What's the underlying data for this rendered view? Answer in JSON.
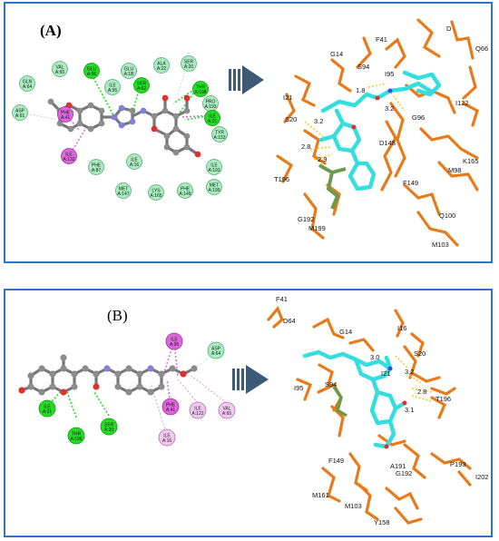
{
  "panel_a": {
    "label": "(A)",
    "residues": [
      {
        "name": "GLN",
        "num": "A:64",
        "kind": "vdw"
      },
      {
        "name": "VAL",
        "num": "A:65",
        "kind": "vdw"
      },
      {
        "name": "GLU",
        "num": "A:96",
        "kind": "hbond"
      },
      {
        "name": "GLU",
        "num": "A:1B",
        "kind": "vdw"
      },
      {
        "name": "ALA",
        "num": "A:22",
        "kind": "vdw"
      },
      {
        "name": "SER",
        "num": "A:20",
        "kind": "vdw"
      },
      {
        "name": "ASP",
        "num": "A:61",
        "kind": "vdw"
      },
      {
        "name": "ILE",
        "num": "A:95",
        "kind": "vdw"
      },
      {
        "name": "SER",
        "num": "A:62",
        "kind": "hbond"
      },
      {
        "name": "THR",
        "num": "A:198",
        "kind": "hbond"
      },
      {
        "name": "PRO",
        "num": "A:193",
        "kind": "vdw"
      },
      {
        "name": "ILE",
        "num": "A:21",
        "kind": "hbond"
      },
      {
        "name": "PHE",
        "num": "A:41",
        "kind": "pi"
      },
      {
        "name": "ILE",
        "num": "A:132",
        "kind": "pi"
      },
      {
        "name": "TYR",
        "num": "A:153",
        "kind": "vdw"
      },
      {
        "name": "PHE",
        "num": "A:87",
        "kind": "vdw"
      },
      {
        "name": "ILE",
        "num": "A:16",
        "kind": "vdw"
      },
      {
        "name": "ILE",
        "num": "A:193",
        "kind": "vdw"
      },
      {
        "name": "MET",
        "num": "A:147",
        "kind": "vdw"
      },
      {
        "name": "LYS",
        "num": "A:165",
        "kind": "vdw"
      },
      {
        "name": "PHE",
        "num": "A:149",
        "kind": "vdw"
      },
      {
        "name": "MET",
        "num": "A:199",
        "kind": "vdw"
      }
    ],
    "site_labels": [
      "F41",
      "D",
      "Q66",
      "G14",
      "S94",
      "I95",
      "1.8",
      "3.2",
      "I122",
      "I21",
      "G96",
      "3.2",
      "S20",
      "D148",
      "K165",
      "M98",
      "2.8",
      "2.9",
      "T196",
      "F149",
      "Q100",
      "G192",
      "M199",
      "M103"
    ]
  },
  "panel_b": {
    "label": "(B)",
    "residues": [
      {
        "name": "ILE",
        "num": "A:95",
        "kind": "pi"
      },
      {
        "name": "ASP",
        "num": "A:64",
        "kind": "vdw"
      },
      {
        "name": "ILE",
        "num": "A:21",
        "kind": "hbond"
      },
      {
        "name": "THR",
        "num": "A:196",
        "kind": "hbond"
      },
      {
        "name": "SER",
        "num": "A:20",
        "kind": "hbond"
      },
      {
        "name": "PHE",
        "num": "A:41",
        "kind": "pi"
      },
      {
        "name": "ILE",
        "num": "A:122",
        "kind": "pi-light"
      },
      {
        "name": "VAL",
        "num": "A:65",
        "kind": "pi-light"
      },
      {
        "name": "ILE",
        "num": "A:16",
        "kind": "pi-light"
      }
    ],
    "site_labels": [
      "F41",
      "D64",
      "G14",
      "I16",
      "3.0",
      "S20",
      "I21",
      "3.2",
      "2.8",
      "T196",
      "3.1",
      "S94",
      "I95",
      "A191",
      "F149",
      "G192",
      "P193",
      "I202",
      "M161",
      "M103",
      "Y158"
    ]
  },
  "colors": {
    "border": "#2e74c5",
    "arrow": "#3d5a78",
    "protein": "#e87a1a",
    "ligand": "#35dede",
    "hbond": "#22dd22",
    "pi": "#dd66dd",
    "vdw": "#a8ecc0",
    "atom_c": "#8c8c8c",
    "atom_o": "#e03030",
    "atom_n": "#8080e0"
  }
}
